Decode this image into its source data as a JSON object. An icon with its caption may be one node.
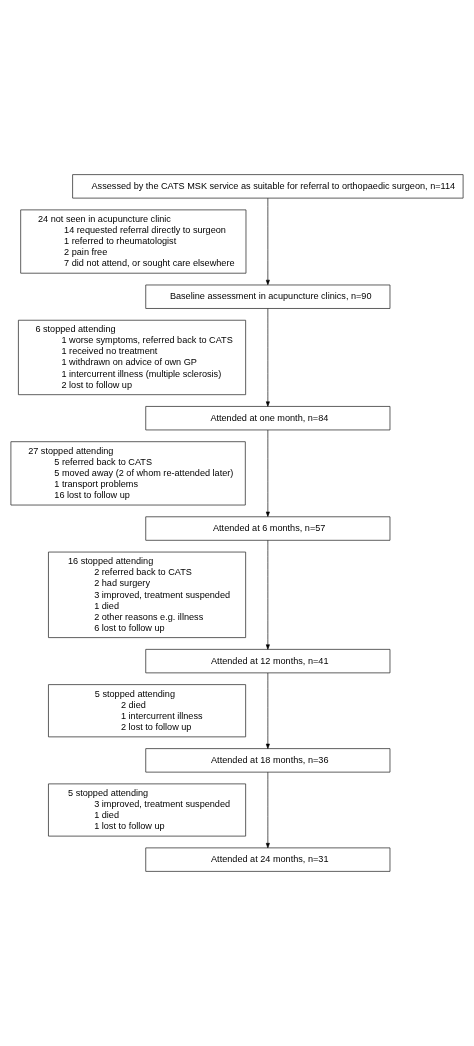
{
  "diagram": {
    "nodes": [
      {
        "text": [
          "Assessed by the CATS MSK service as suitable for referral to orthopaedic surgeon, n=114"
        ]
      },
      {
        "text": [
          "24 not seen in acupuncture clinic",
          "14 requested referral directly to surgeon",
          "1 referred to rheumatologist",
          "2 pain free",
          "7 did not attend, or sought care elsewhere"
        ]
      },
      {
        "text": [
          "Baseline assessment in acupuncture clinics, n=90"
        ]
      },
      {
        "text": [
          "6 stopped attending",
          "1 worse symptoms, referred back to CATS",
          "1 received no treatment",
          "1 withdrawn on advice of own GP",
          "1 intercurrent illness (multiple sclerosis)",
          "2 lost to follow up"
        ]
      },
      {
        "text": [
          "Attended at one month, n=84"
        ]
      },
      {
        "text": [
          "27 stopped attending",
          "5 referred back to CATS",
          "5 moved away (2 of whom re-attended later)",
          "1 transport problems",
          "16 lost to follow up"
        ]
      },
      {
        "text": [
          "Attended at 6 months, n=57"
        ]
      },
      {
        "text": [
          "16 stopped attending",
          "2 referred back to CATS",
          "2 had surgery",
          "3 improved, treatment suspended",
          "1 died",
          "2 other reasons e.g. illness",
          "6 lost to follow up"
        ]
      },
      {
        "text": [
          "Attended at 12 months, n=41"
        ]
      },
      {
        "text": [
          "5 stopped attending",
          "2 died",
          "1 intercurrent illness",
          "2 lost to follow up"
        ]
      },
      {
        "text": [
          "Attended at 18 months, n=36"
        ]
      },
      {
        "text": [
          "5 stopped attending",
          "3 improved, treatment suspended",
          "1 died",
          "1 lost to follow up"
        ]
      },
      {
        "text": [
          "Attended at 24 months, n=31"
        ]
      }
    ],
    "edges": [
      {
        "from": 0,
        "to": 2,
        "arrow": "to"
      },
      {
        "from": 2,
        "to": 4,
        "arrow": "to"
      },
      {
        "from": 4,
        "to": 6,
        "arrow": "to"
      },
      {
        "from": 6,
        "to": 8,
        "arrow": "to"
      },
      {
        "from": 8,
        "to": 10,
        "arrow": "to"
      },
      {
        "from": 10,
        "to": 12,
        "arrow": "to"
      }
    ]
  }
}
